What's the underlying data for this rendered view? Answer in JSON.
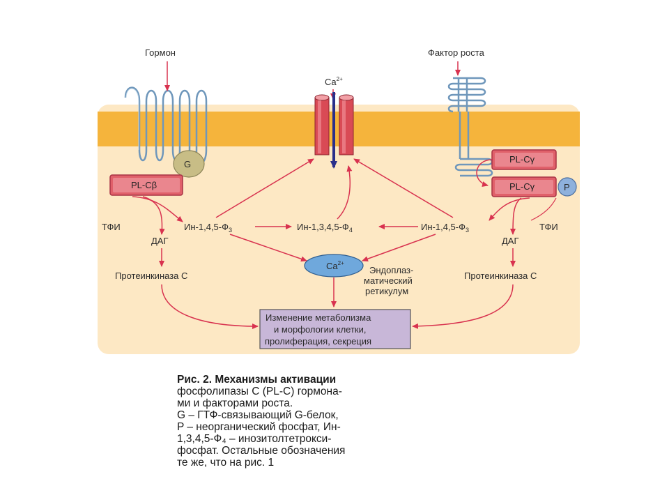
{
  "labels": {
    "hormone": "Гормон",
    "growth_factor": "Фактор роста",
    "ca_channel": "Ca",
    "ca_channel_sup": "2+",
    "g_protein": "G",
    "plc_beta": "PL-Cβ",
    "plc_gamma_1": "PL-Cγ",
    "plc_gamma_2": "PL-Cγ",
    "phosphate": "P",
    "tfi_left": "ТФИ",
    "tfi_right": "ТФИ",
    "dag_left": "ДАГ",
    "dag_right": "ДАГ",
    "ip3_left_main": "Ин-1,4,5-Ф",
    "ip3_left_sub": "3",
    "ip4_main": "Ин-1,3,4,5-Ф",
    "ip4_sub": "4",
    "ip3_right_main": "Ин-1,4,5-Ф",
    "ip3_right_sub": "3",
    "er_ca": "Ca",
    "er_ca_sup": "2+",
    "er_label_1": "Эндоплаз-",
    "er_label_2": "матический",
    "er_label_3": "ретикулум",
    "pkc_left": "Протеинкиназа С",
    "pkc_right": "Протеинкиназа С",
    "result_1": "Изменение метаболизма",
    "result_2": "и морфологии клетки,",
    "result_3": "пролиферация, секреция"
  },
  "caption": {
    "lead": "Рис.  2.",
    "line1": "Механизмы активации",
    "line2": "фосфолипазы С (PL-C) гормона-",
    "line3": "ми и факторами роста.",
    "line4": "G – ГТФ-связывающий G-белок,",
    "line5": "P – неорганический фосфат, Ин-",
    "line6": "1,3,4,5-Ф₄ – инозитолтетрокси-",
    "line7": "фосфат. Остальные обозначения",
    "line8": "те же, что на рис. 1"
  },
  "colors": {
    "membrane": "#f5b43c",
    "cytoplasm": "#fde8c4",
    "arrow": "#d8324f",
    "receptor": "#7fa8c9",
    "plc_fill": "#e0606a",
    "result_box": "#c8b7d8",
    "er": "#6fa8dc"
  }
}
